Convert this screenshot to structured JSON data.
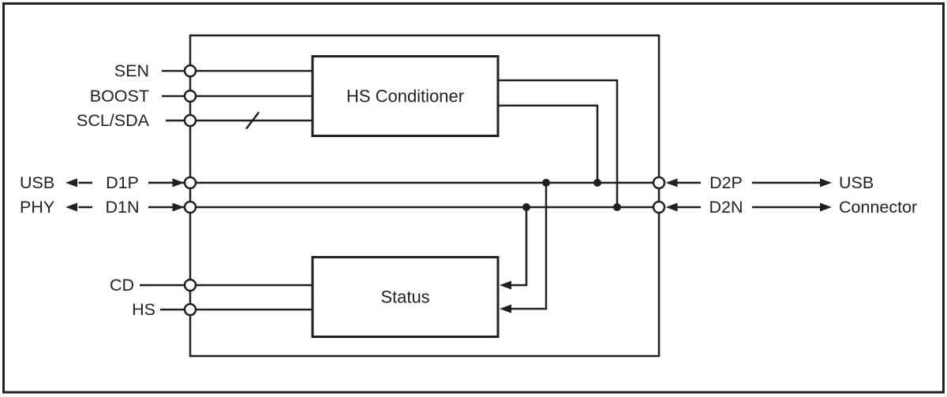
{
  "diagram": {
    "description": "USB high-speed signal conditioner functional block diagram",
    "colors": {
      "line": "#231f20",
      "background": "#ffffff"
    },
    "blocks": {
      "hs_conditioner": "HS Conditioner",
      "status": "Status"
    },
    "pins": {
      "sen": "SEN",
      "boost": "BOOST",
      "scl_sda": "SCL/SDA",
      "d1p": "D1P",
      "d1n": "D1N",
      "cd": "CD",
      "hs": "HS",
      "d2p": "D2P",
      "d2n": "D2N"
    },
    "external": {
      "left_line1": "USB",
      "left_line2": "PHY",
      "right_line1": "USB",
      "right_line2": "Connector"
    }
  }
}
